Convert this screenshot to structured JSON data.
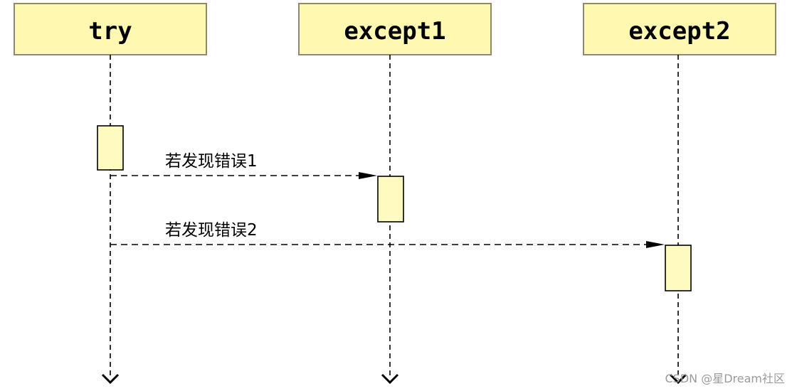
{
  "participants": [
    {
      "id": "try",
      "label": "try"
    },
    {
      "id": "except1",
      "label": "except1"
    },
    {
      "id": "except2",
      "label": "except2"
    }
  ],
  "messages": [
    {
      "from": "try",
      "to": "except1",
      "label": "若发现错误1"
    },
    {
      "from": "try",
      "to": "except2",
      "label": "若发现错误2"
    }
  ],
  "watermark": "CSDN @星Dream社区",
  "colors": {
    "box_fill": "#fff8b0",
    "box_stroke": "#8c8c6a",
    "activation_fill": "#fffbc0",
    "line": "#000000"
  }
}
